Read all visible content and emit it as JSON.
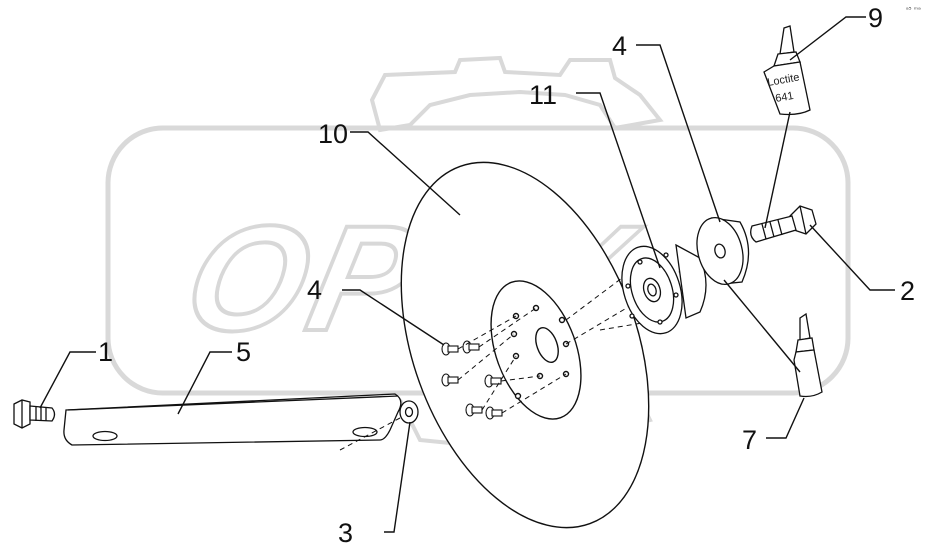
{
  "diagram": {
    "watermark": "OPEX",
    "corner_mark": "ᵃ⁵ ᵐᵃ",
    "tube_brand": "Loctite",
    "tube_code": "641",
    "callouts": {
      "c1": "1",
      "c2": "2",
      "c3": "3",
      "c4a": "4",
      "c4b": "4",
      "c5": "5",
      "c7": "7",
      "c9": "9",
      "c10": "10",
      "c11": "11"
    }
  }
}
